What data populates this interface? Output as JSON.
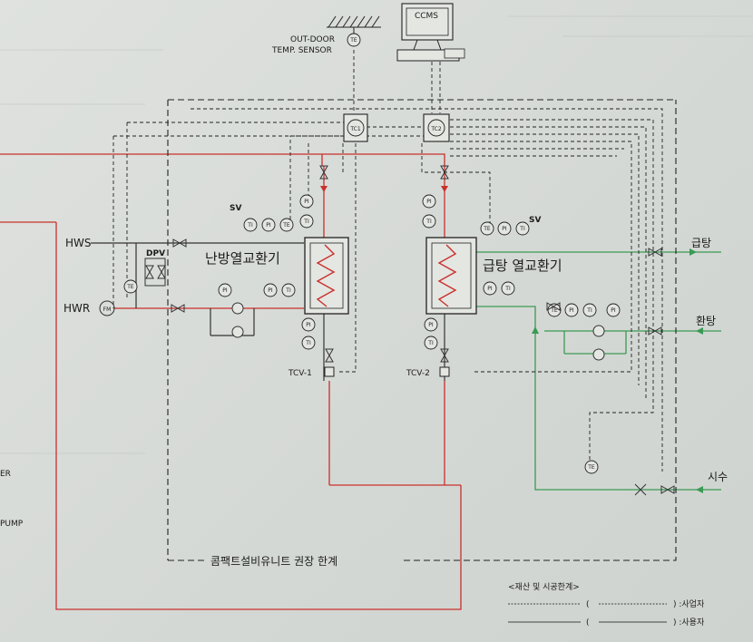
{
  "header": {
    "ccms": "CCMS",
    "sensor_line1": "OUT-DOOR",
    "sensor_line2": "TEMP. SENSOR"
  },
  "controllers": {
    "tc1": "TC1",
    "tc2": "TC2"
  },
  "instruments": {
    "te": "TE",
    "pi": "PI",
    "ti": "TI",
    "fm": "FM"
  },
  "tags": {
    "sv": "SV",
    "dpv": "DPV",
    "tcv1": "TCV-1",
    "tcv2": "TCV-2"
  },
  "exchangers": {
    "heating": "난방열교환기",
    "hotwater": "급탕 열교환기"
  },
  "lines": {
    "hws": "HWS",
    "hwr": "HWR",
    "hot_supply": "급탕",
    "hot_return": "환탕",
    "city_water": "시수"
  },
  "boundary": {
    "label": "콤팩트설비유니트 권장 한계"
  },
  "left_edge": {
    "er": "ER",
    "pump": "PUMP"
  },
  "legend": {
    "title": "<재산 및 시공한계>",
    "row1_label": ") :사업자",
    "row2_label": ") :사용자"
  }
}
